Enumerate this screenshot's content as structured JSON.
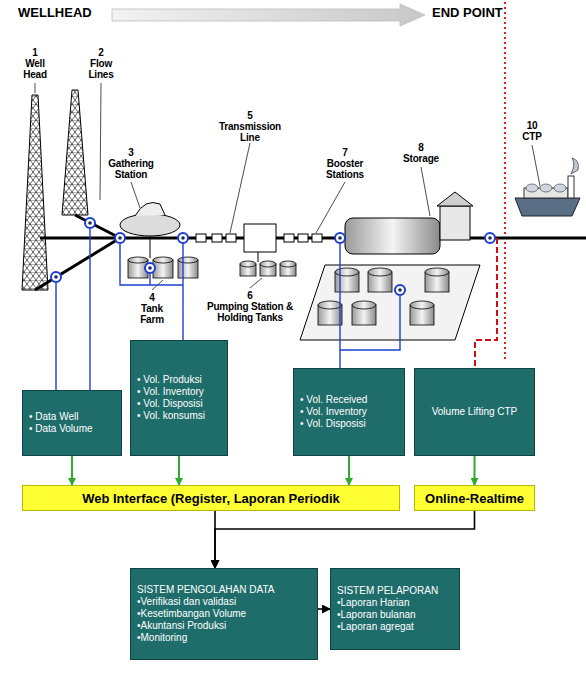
{
  "diagram": {
    "nodes": [
      {
        "text": [
          "• Data Well",
          "• Data Volume"
        ]
      },
      {
        "text": [
          "• Vol. Produksi",
          "• Vol. Inventory",
          "• Vol. Disposisi",
          "• Vol. konsumsi"
        ]
      },
      {
        "text": [
          "• Vol. Received",
          "• Vol. Inventory",
          "• Vol. Disposisi"
        ]
      },
      {
        "text": [
          "Volume Lifting CTP"
        ]
      },
      {
        "text": [
          "Web Interface (Register, Laporan Periodik"
        ]
      },
      {
        "text": [
          "Online-Realtime"
        ]
      },
      {
        "text": [
          "SISTEM PENGOLAHAN DATA",
          "•Verifikasi dan validasi",
          "•Kesetimbangan Volume",
          "•Akuntansi Produksi",
          "•Monitoring"
        ]
      },
      {
        "text": [
          "SISTEM PELAPORAN",
          "•Laporan Harian",
          "•Laporan bulanan",
          "•Laporan agregat"
        ]
      }
    ],
    "edges": [
      {
        "from": 0,
        "to": 4,
        "arrow": "to"
      },
      {
        "from": 1,
        "to": 4,
        "arrow": "to"
      },
      {
        "from": 2,
        "to": 4,
        "arrow": "to"
      },
      {
        "from": 3,
        "to": 5,
        "arrow": "to"
      },
      {
        "from": 4,
        "to": 6,
        "arrow": "to"
      },
      {
        "from": 5,
        "to": 6,
        "arrow": "to"
      },
      {
        "from": 6,
        "to": 7,
        "arrow": "to"
      }
    ],
    "labels": [
      "WELLHEAD",
      "END POINT",
      "1",
      "Well Head",
      "2",
      "Flow Lines",
      "3",
      "Gathering Station",
      "4",
      "Tank Farm",
      "5",
      "Transmission Line",
      "6",
      "Pumping Station & Holding Tanks",
      "7",
      "Booster Stations",
      "8",
      "Storage",
      "10",
      "CTP"
    ]
  }
}
